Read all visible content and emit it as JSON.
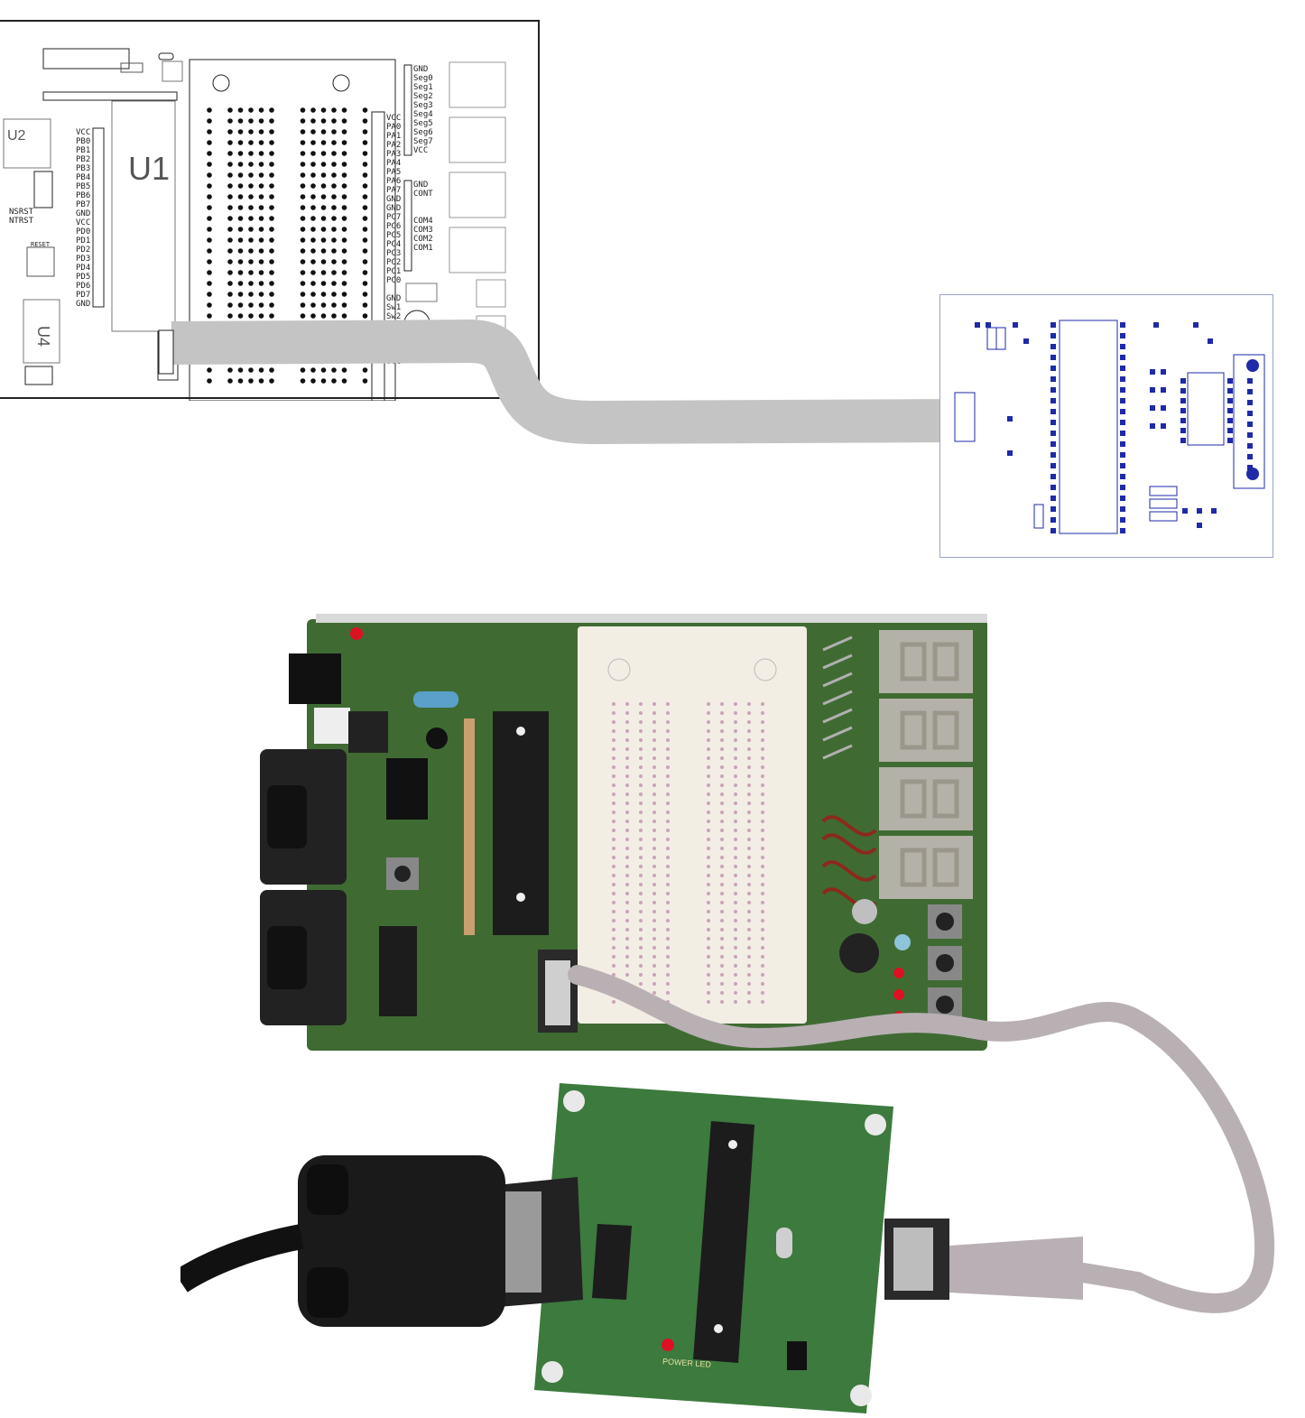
{
  "schematic": {
    "u1_label": "U1",
    "u2_label": "U2",
    "u4_label": "U4",
    "left_header_pins": "VCC\nPB0\nPB1\nPB2\nPB3\nPB4\nPB5\nPB6\nPB7\nGND\nVCC\nPD0\nPD1\nPD2\nPD3\nPD4\nPD5\nPD6\nPD7\nGND",
    "right_header_pins": "VCC\nPA0\nPA1\nPA2\nPA3\nPA4\nPA5\nPA6\nPA7\nGND\nGND\nPC7\nPC6\nPC5\nPC4\nPC3\nPC2\nPC1\nPC0\n\nGND\nSw1\nSw2\nSw3\n\n\nLED1\nVCC",
    "seg_pins": "GND\nSeg0\nSeg1\nSeg2\nSeg3\nSeg4\nSeg5\nSeg6\nSeg7\nVCC",
    "cont_pins": "GND\nCONT\n\n\nCOM4\nCOM3\nCOM2\nCOM1",
    "reset_labels": "NSRST\nNTRST",
    "reset_caption": "RESET"
  },
  "photo": {
    "power_led_label": "POWER LED"
  },
  "colors": {
    "cable": "#c4c4c4",
    "pcb_green": "#3f6b33",
    "pcb_trace": "#1e2aa8"
  }
}
